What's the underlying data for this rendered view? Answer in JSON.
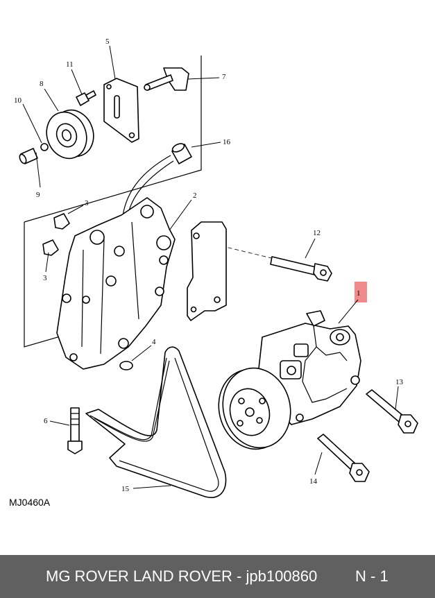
{
  "diagram": {
    "figure_code": "MJ0460A",
    "callouts": [
      "1",
      "2",
      "3",
      "3",
      "4",
      "5",
      "6",
      "7",
      "8",
      "9",
      "10",
      "11",
      "12",
      "13",
      "14",
      "15",
      "16"
    ],
    "highlight_color": "#f08a8a"
  },
  "footer": {
    "brand_text": "MG ROVER LAND ROVER - jpb100860",
    "position_text": "N - 1",
    "background": "#606060"
  }
}
